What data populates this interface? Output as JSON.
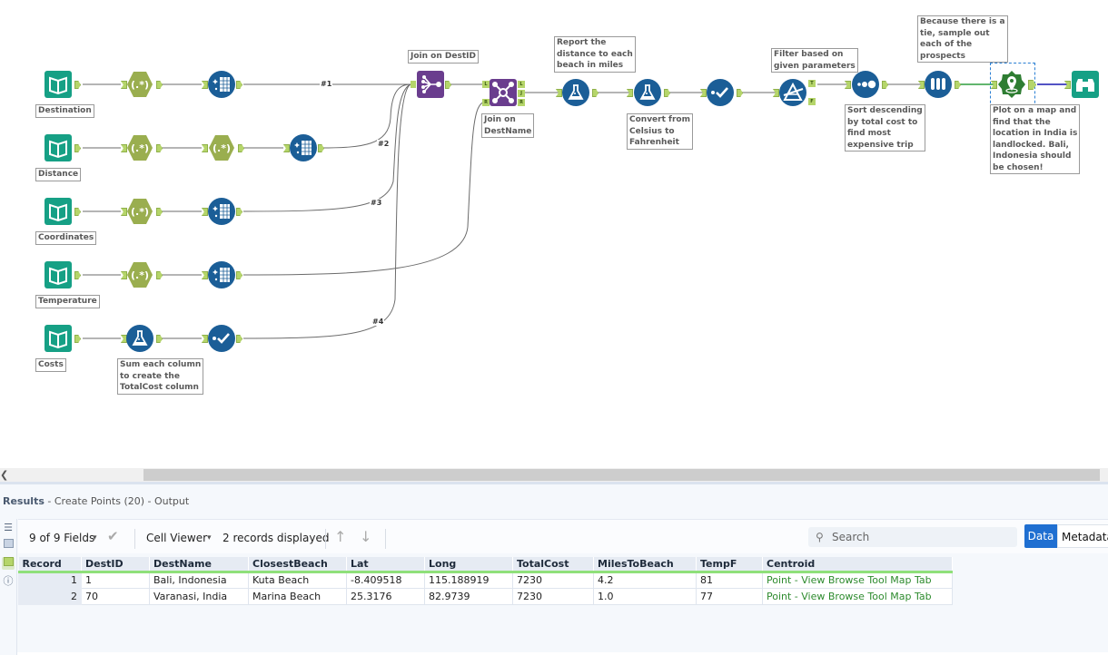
{
  "canvas": {
    "input_labels": [
      "Destination",
      "Distance",
      "Coordinates",
      "Temperature",
      "Costs"
    ],
    "wire_labels": [
      "#1",
      "#2",
      "#3",
      "#4"
    ],
    "annotations": {
      "join_destid": "Join on DestID",
      "join_destname": [
        "Join on",
        "DestName"
      ],
      "report_distance": [
        "Report the",
        "distance to each",
        "beach in miles"
      ],
      "convert_temp": [
        "Convert from",
        "Celsius to",
        "Fahrenheit"
      ],
      "filter": [
        "Filter based on",
        "given parameters"
      ],
      "sort": [
        "Sort descending",
        "by total cost to",
        "find most",
        "expensive trip"
      ],
      "sample": [
        "Because there is a",
        "tie, sample out",
        "each of the",
        "prospects"
      ],
      "plot": [
        "Plot on a map and",
        "find that the",
        "location in India is",
        "landlocked. Bali,",
        "Indonesia should",
        "be chosen!"
      ],
      "sum": [
        "Sum each column",
        "to create the",
        "TotalCost column"
      ]
    },
    "join_anchor_labels": {
      "left": "L",
      "right": "R",
      "join": "J"
    },
    "filter_anchor_labels": {
      "true": "T",
      "false": "F"
    },
    "colors": {
      "input_teal": "#16a085",
      "regex_green": "#9aae4f",
      "prep_blue": "#1b5e97",
      "join_purple": "#6a3d8e",
      "spatial_green": "#2e7d32",
      "browse_teal": "#16a085",
      "anchor_green": "#b5d56a"
    }
  },
  "results": {
    "title_bold": "Results",
    "title_rest": " - Create Points (20) - Output",
    "toolbar": {
      "fields": "9 of 9 Fields",
      "cell_viewer": "Cell Viewer",
      "records": "2 records displayed",
      "search_placeholder": "Search",
      "tab_data": "Data",
      "tab_metadata": "Metadata"
    },
    "columns": [
      "Record",
      "DestID",
      "DestName",
      "ClosestBeach",
      "Lat",
      "Long",
      "TotalCost",
      "MilesToBeach",
      "TempF",
      "Centroid"
    ],
    "rows": [
      [
        "1",
        "1",
        "Bali, Indonesia",
        "Kuta Beach",
        "-8.409518",
        "115.188919",
        "7230",
        "4.2",
        "81",
        "Point - View Browse Tool Map Tab"
      ],
      [
        "2",
        "70",
        "Varanasi, India",
        "Marina Beach",
        "25.3176",
        "82.9739",
        "7230",
        "1.0",
        "77",
        "Point - View Browse Tool Map Tab"
      ]
    ]
  }
}
